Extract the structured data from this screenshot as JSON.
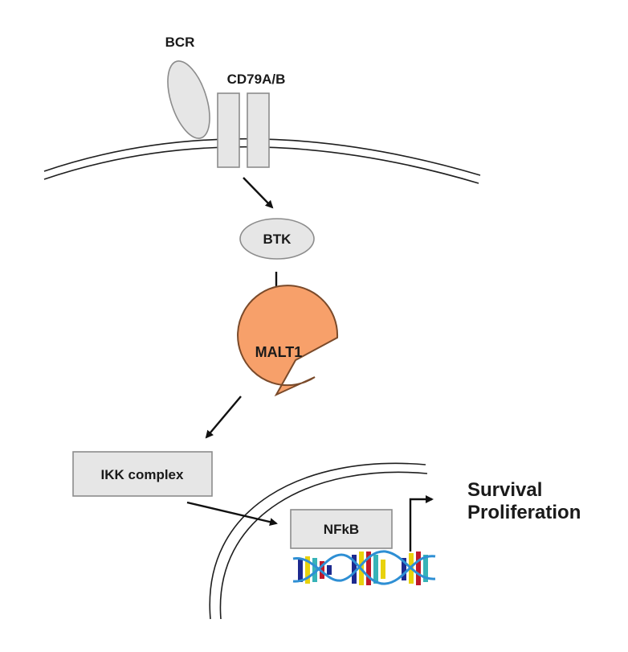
{
  "labels": {
    "bcr": "BCR",
    "cd79": "CD79A/B",
    "btk": "BTK",
    "malt1": "MALT1",
    "ikk": "IKK complex",
    "nfkb": "NFkB",
    "outcome_1": "Survival",
    "outcome_2": "Proliferation"
  },
  "colors": {
    "malt1_fill": "#f7a06a",
    "malt1_stroke": "#7a4a2a",
    "gray_fill": "#e6e6e6",
    "gray_stroke": "#8c8c8c",
    "dna_strand": "#2e8fd4",
    "base_colors": [
      "#1d2a8f",
      "#e8d20c",
      "#c0192a",
      "#37b3b8"
    ]
  }
}
